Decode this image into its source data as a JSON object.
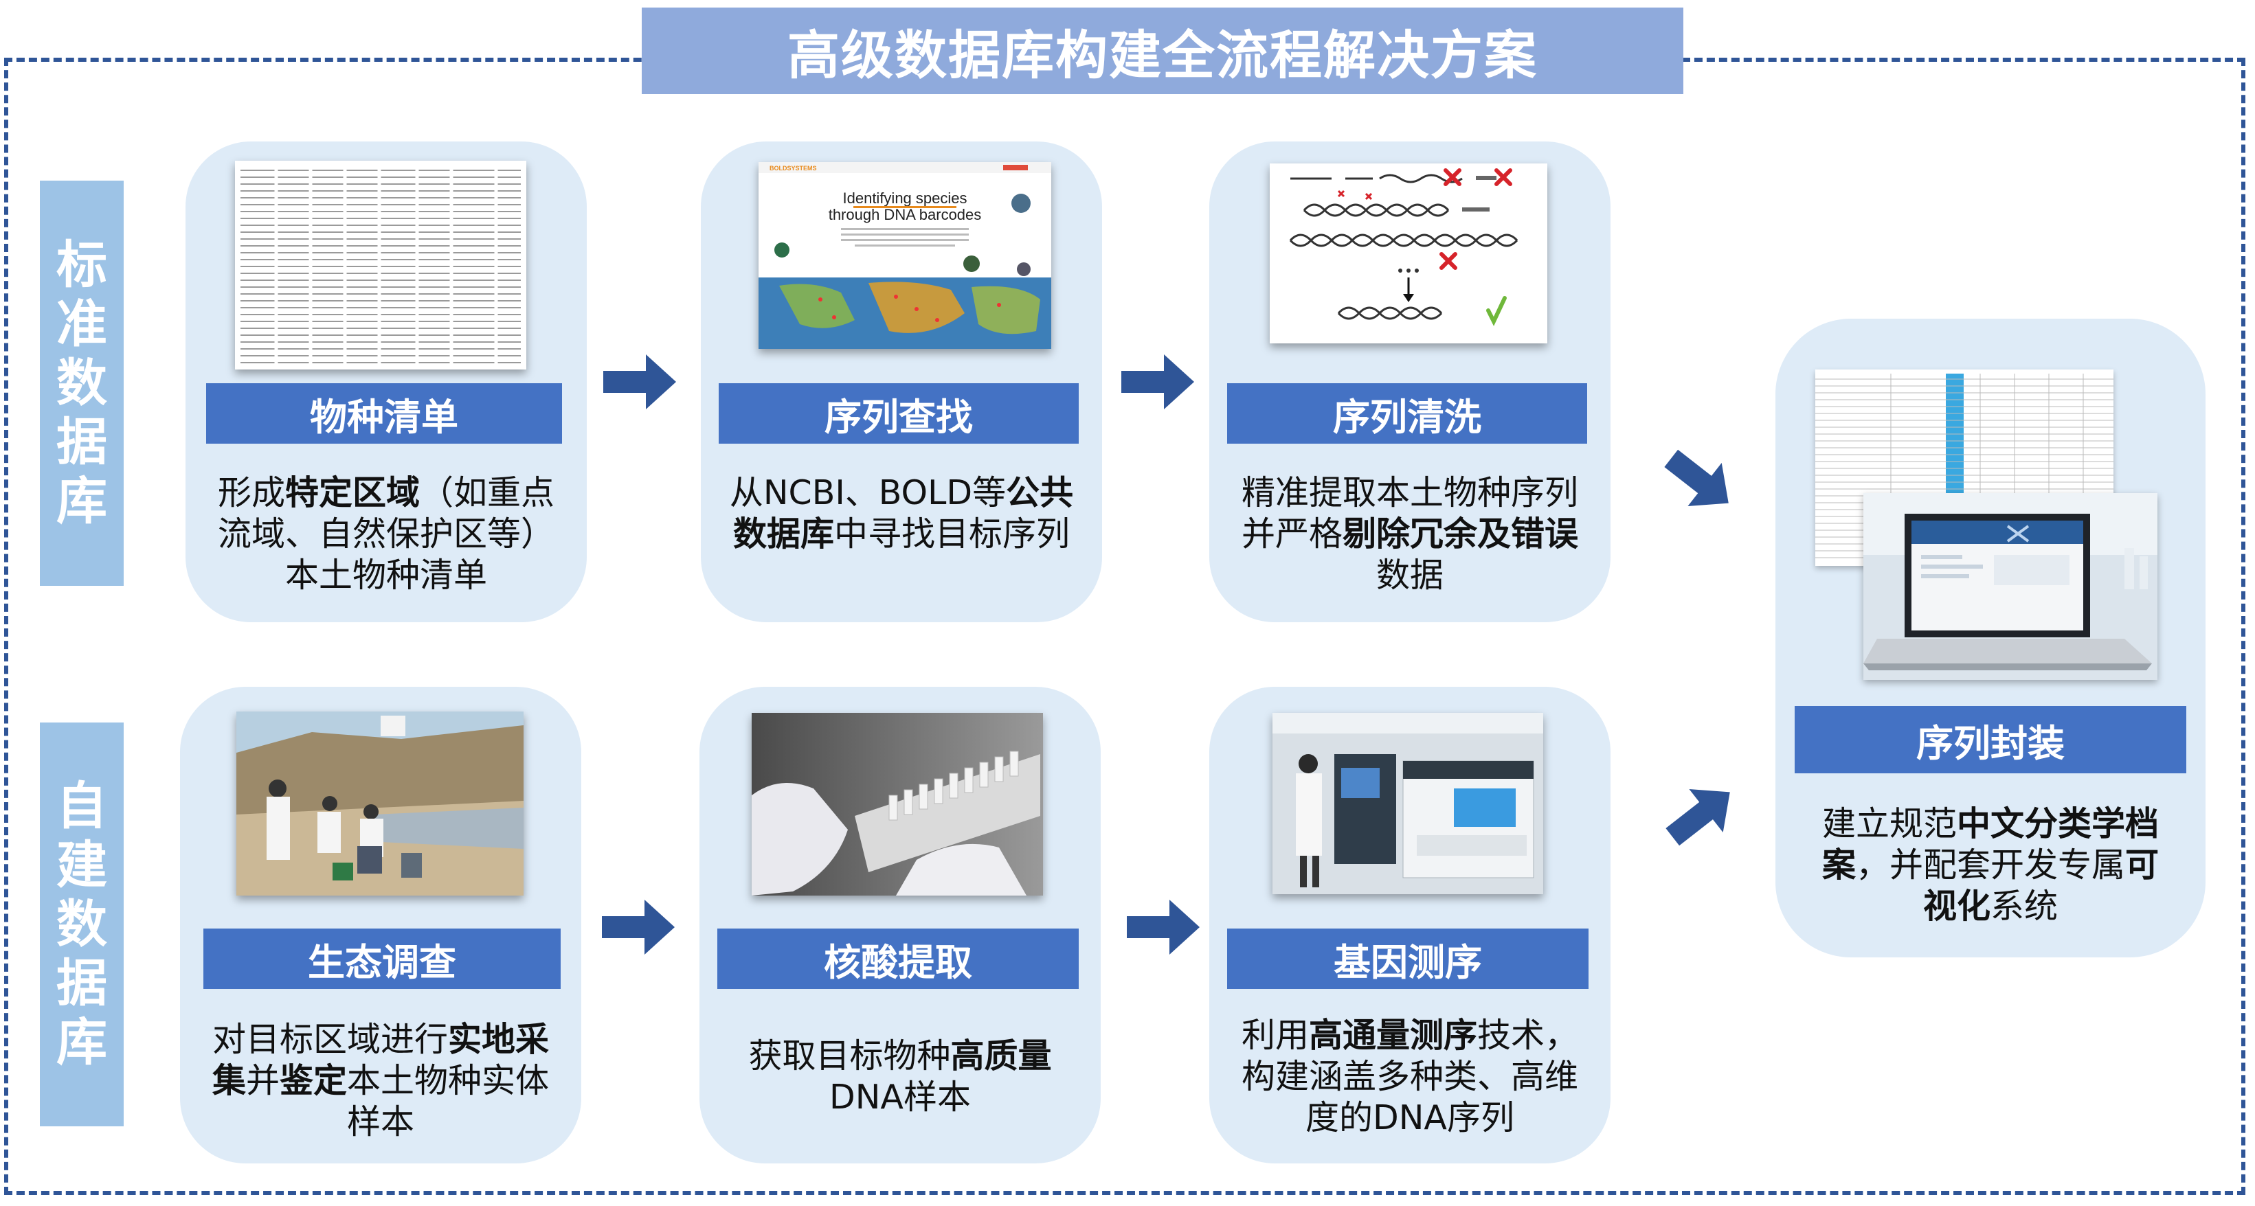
{
  "title": "高级数据库构建全流程解决方案",
  "side_labels": {
    "top": "标准数据库",
    "bottom": "自建数据库"
  },
  "steps": {
    "species_list": {
      "label": "物种清单",
      "desc": [
        "形成",
        "特定区域",
        "（如重点流域、自然保护区等）本土物种清单"
      ]
    },
    "sequence_search": {
      "label": "序列查找",
      "desc": [
        "从NCBI、BOLD等",
        "公共数据库",
        "中寻找目标序列"
      ]
    },
    "sequence_cleaning": {
      "label": "序列清洗",
      "desc": [
        "精准提取本土物种序列并严格",
        "剔除冗余及错误",
        "数据"
      ]
    },
    "eco_survey": {
      "label": "生态调查",
      "desc": [
        "对目标区域进行",
        "实地采集",
        "并",
        "鉴定",
        "本土物种实体样本"
      ]
    },
    "nucleic_extraction": {
      "label": "核酸提取",
      "desc": [
        "获取目标物种",
        "高质量",
        "DNA样本"
      ]
    },
    "gene_sequencing": {
      "label": "基因测序",
      "desc": [
        "利用",
        "高通量测序",
        "技术，构建涵盖多种类、高维度的DNA序列"
      ]
    },
    "sequence_packaging": {
      "label": "序列封装",
      "desc": [
        "建立规范",
        "中文分类学档案",
        "，并配套开发专属",
        "可视化",
        "系统"
      ]
    }
  },
  "bold_thumb": {
    "logo": "BOLDSYSTEMS",
    "headline_1": "Identifying species",
    "headline_2": "through DNA barcodes"
  },
  "colors": {
    "frame": "#2f5597",
    "banner": "#8faadc",
    "side_label": "#9dc3e6",
    "card": "#deebf7",
    "label_bar": "#4472c4",
    "arrow": "#2f5597"
  }
}
